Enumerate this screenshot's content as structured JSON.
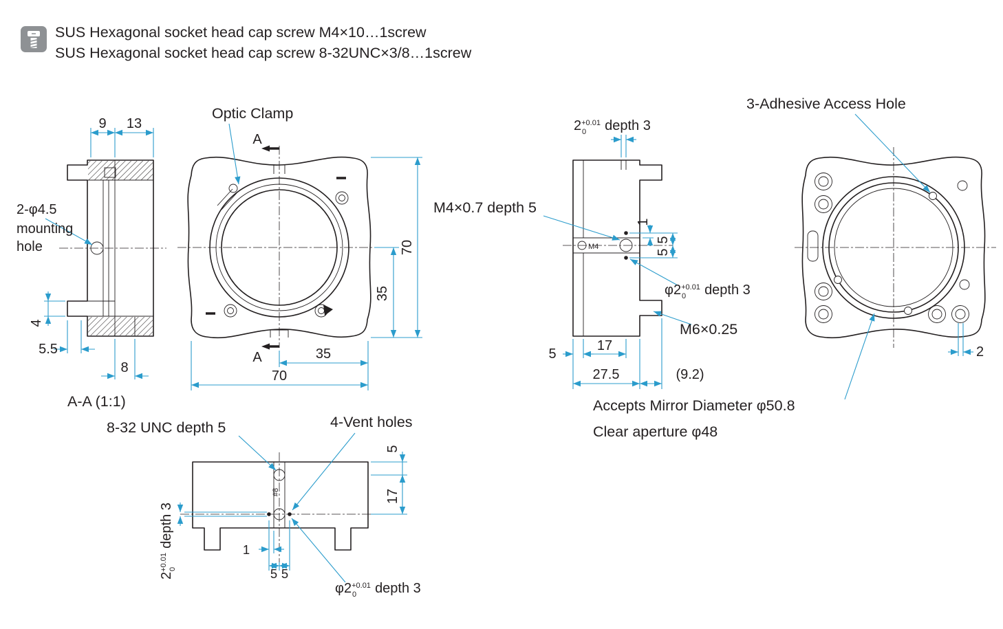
{
  "header": {
    "icon": "screw-icon",
    "note1": "SUS Hexagonal socket head cap screw M4×10…1screw",
    "note2": "SUS Hexagonal socket head cap screw 8-32UNC×3/8…1screw"
  },
  "colors": {
    "outline": "#231f20",
    "dimension": "#2b9ccc",
    "icon_bg": "#8e9194"
  },
  "section_view": {
    "dim_9": "9",
    "dim_13": "13",
    "hole_label_line1": "2-φ4.5",
    "hole_label_line2": "mounting",
    "hole_label_line3": "hole",
    "dim_4": "4",
    "dim_5_5": "5.5",
    "dim_8": "8",
    "caption": "A-A (1:1)"
  },
  "front_view": {
    "clamp_label": "Optic Clamp",
    "section_letter_top": "A",
    "section_letter_bottom": "A",
    "dim_height": "70",
    "dim_half_height": "35",
    "dim_half_width": "35",
    "dim_width": "70"
  },
  "side_view": {
    "top_dim": {
      "value": "2",
      "tol_sup": "+0.01",
      "tol_sub": "0",
      "suffix": "depth 3"
    },
    "m4_note": "M4×0.7 depth 5",
    "m4_mark": "M4",
    "dim_1": "1",
    "dim_5_upper": "5",
    "dim_5_lower": "5",
    "phi2_note": {
      "value": "φ2",
      "tol_sup": "+0.01",
      "tol_sub": "0",
      "suffix": "depth 3"
    },
    "m6_note": "M6×0.25",
    "dim_5": "5",
    "dim_17": "17",
    "dim_27_5": "27.5",
    "dim_9_2": "(9.2)"
  },
  "back_view": {
    "adhesive_note": "3-Adhesive Access Hole",
    "dim_2": "2",
    "mirror_note": "Accepts Mirror Diameter φ50.8",
    "aperture_note": "Clear aperture φ48"
  },
  "bottom_view": {
    "unc_note": "8-32 UNC depth 5",
    "vent_note": "4-Vent holes",
    "dim_5": "5",
    "dim_17": "17",
    "depth_dim": {
      "value": "2",
      "tol_sup": "+0.01",
      "tol_sub": "0",
      "suffix": "depth 3"
    },
    "dim_1": "1",
    "dim_5_left": "5",
    "dim_5_right": "5",
    "phi2_note": {
      "value": "φ2",
      "tol_sup": "+0.01",
      "tol_sub": "0",
      "suffix": "depth 3"
    },
    "thread_mark": "#8"
  }
}
